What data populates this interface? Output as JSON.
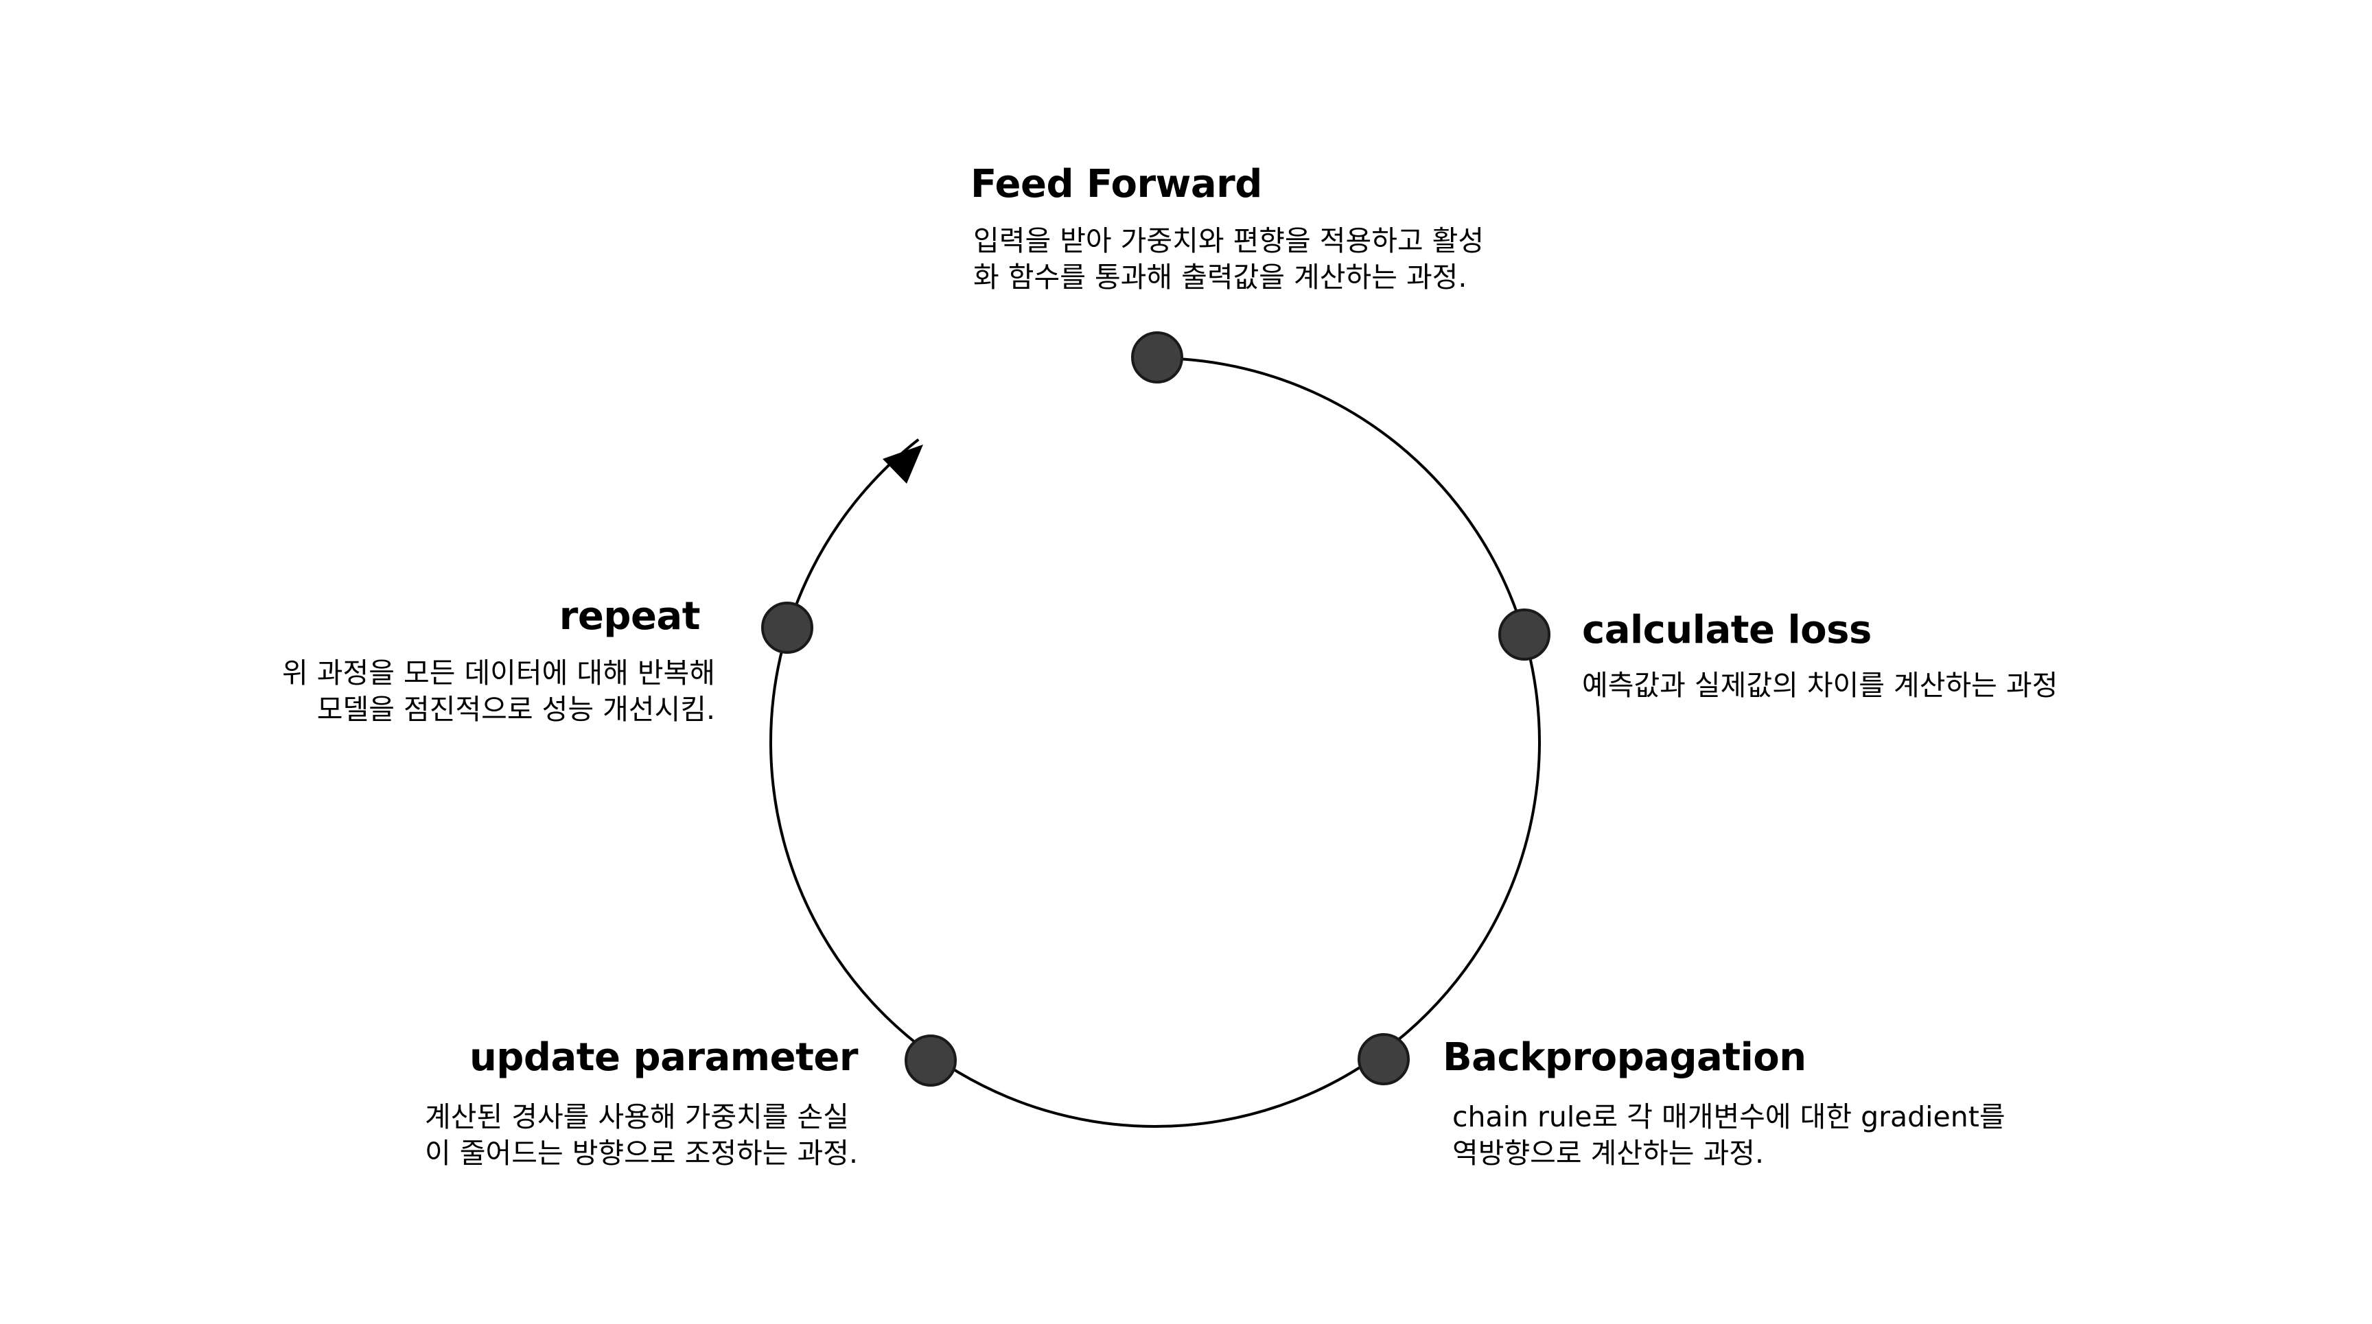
{
  "colors": {
    "node_fill": "#3f3f3f",
    "node_stroke": "#1a1a1a",
    "cycle_line": "#000000",
    "text": "#000000",
    "background": "#ffffff"
  },
  "steps": [
    {
      "id": "feed-forward",
      "title": "Feed Forward",
      "desc_lines": [
        "입력을 받아 가중치와 편향을 적용하고 활성",
        "화 함수를 통과해 출력값을 계산하는 과정."
      ]
    },
    {
      "id": "calculate-loss",
      "title": "calculate loss",
      "desc_lines": [
        "예측값과 실제값의 차이를 계산하는 과정"
      ]
    },
    {
      "id": "backpropagation",
      "title": "Backpropagation",
      "desc_lines": [
        "chain rule로 각 매개변수에 대한 gradient를",
        "역방향으로 계산하는 과정."
      ]
    },
    {
      "id": "update-parameter",
      "title": "update parameter",
      "desc_lines": [
        "계산된 경사를 사용해 가중치를 손실",
        "이 줄어드는 방향으로 조정하는 과정."
      ]
    },
    {
      "id": "repeat",
      "title": "repeat",
      "desc_lines": [
        "위 과정을 모든 데이터에 대해 반복해",
        "모델을 점진적으로 성능 개선시킴."
      ]
    }
  ],
  "arrow_icon": "arrowhead-icon"
}
